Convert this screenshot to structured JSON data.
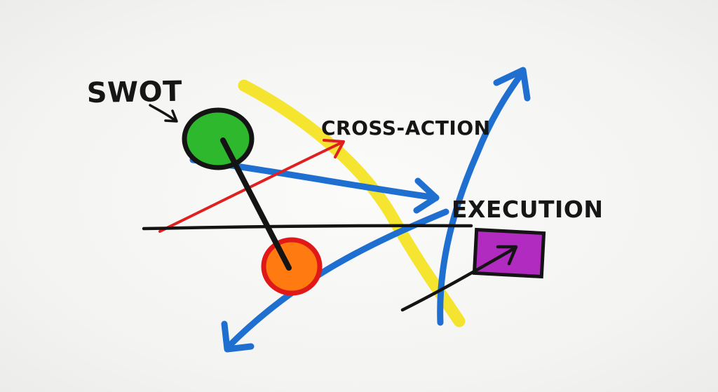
{
  "labels": {
    "swot": "SWOT",
    "cross_action": "CROSS-ACTION",
    "execution": "EXECUTION"
  },
  "colors": {
    "green": "#2db82d",
    "orange": "#ff7a10",
    "red": "#e02020",
    "blue": "#1e6fd0",
    "yellow": "#f4e21a",
    "magenta": "#b12bc0",
    "black": "#141414"
  },
  "icons": [
    "hand-drawn-arrow",
    "circle-node",
    "rectangle-node"
  ]
}
